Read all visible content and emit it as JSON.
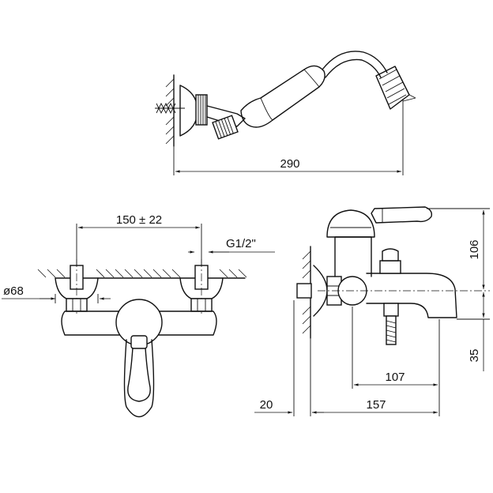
{
  "dimensions": {
    "hand_shower_length": "290",
    "inlet_spacing": "150 ± 22",
    "thread_size": "G1/2\"",
    "escutcheon_diameter": "ø68",
    "spout_height": "106",
    "diverter_drop": "35",
    "spout_reach_inner": "107",
    "spout_reach_total": "157",
    "wall_offset": "20"
  }
}
